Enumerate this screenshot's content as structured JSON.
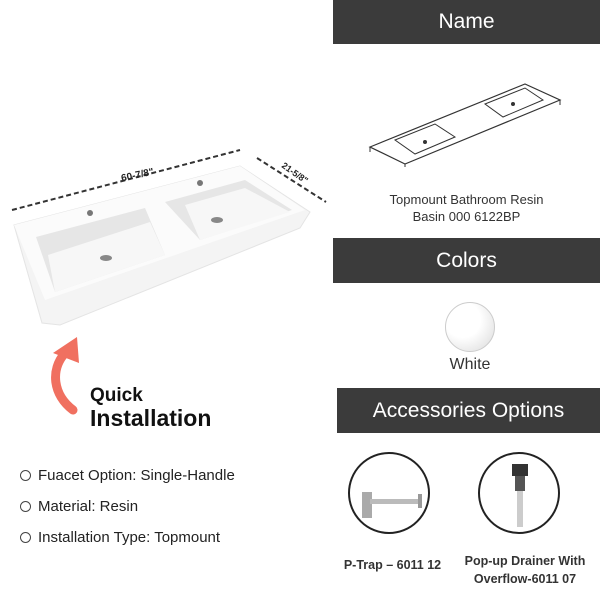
{
  "dimensions": {
    "width_label": "60-7/8\"",
    "depth_label": "21-5/8\""
  },
  "promo": {
    "line1": "Quick",
    "line2": "Installation"
  },
  "features": [
    "Fuacet Option: Single-Handle",
    "Material: Resin",
    "Installation Type: Topmount"
  ],
  "name_section": {
    "header": "Name",
    "product_line1": "Topmount Bathroom Resin",
    "product_line2": "Basin 000 6122BP"
  },
  "colors_section": {
    "header": "Colors",
    "swatch_color": "#ffffff",
    "color_label": "White"
  },
  "accessories_section": {
    "header": "Accessories Options",
    "items": [
      {
        "label": "P-Trap – 6011 12"
      },
      {
        "label_line1": "Pop-up Drainer With",
        "label_line2": "Overflow-6011 07"
      }
    ]
  },
  "colors": {
    "header_bg": "#3b3b3b",
    "arrow": "#f07060"
  }
}
